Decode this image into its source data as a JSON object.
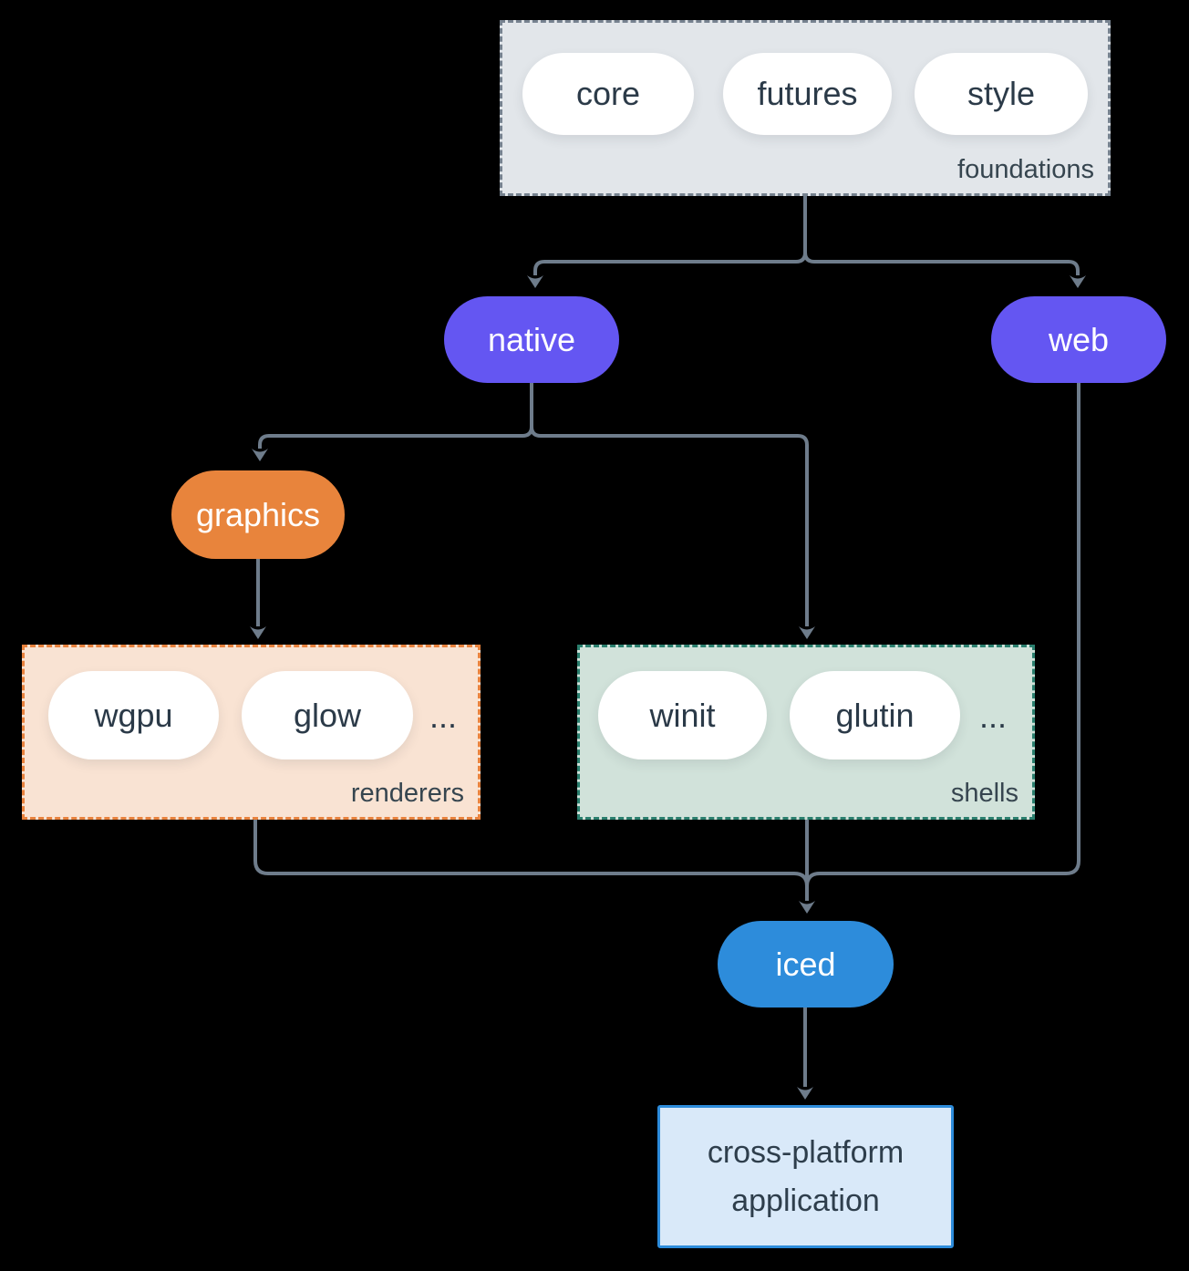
{
  "colors": {
    "background": "#000000",
    "connector": "#6e7c8b",
    "purple_node": "#6456f2",
    "orange_node": "#e8843c",
    "blue_node": "#2d8cdb",
    "foundations_fill": "#e2e6ea",
    "foundations_border": "#76828f",
    "renderers_fill": "#f9e3d3",
    "renderers_border": "#e8823d",
    "shells_fill": "#d1e2da",
    "shells_border": "#2a7f6e",
    "application_fill": "#d9e9f9",
    "application_border": "#2d8cdb",
    "pill_fill": "#ffffff",
    "dark_text": "#2b3a48",
    "light_text": "#ffffff"
  },
  "foundations": {
    "label": "foundations",
    "pills": [
      "core",
      "futures",
      "style"
    ]
  },
  "nodes": {
    "native": "native",
    "web": "web",
    "graphics": "graphics",
    "iced": "iced"
  },
  "renderers": {
    "label": "renderers",
    "pills": [
      "wgpu",
      "glow"
    ],
    "ellipsis": "..."
  },
  "shells": {
    "label": "shells",
    "pills": [
      "winit",
      "glutin"
    ],
    "ellipsis": "..."
  },
  "application": {
    "line1": "cross-platform",
    "line2": "application"
  }
}
